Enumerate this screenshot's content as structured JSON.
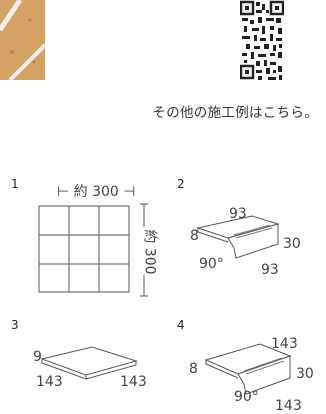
{
  "caption": "その他の施工例はこちら。",
  "items": [
    {
      "number": "1",
      "width_label": "約 300",
      "height_label": "約 300"
    },
    {
      "number": "2",
      "dims": {
        "top": "93",
        "thickness": "8",
        "height": "30",
        "angle": "90°",
        "bottom": "93"
      }
    },
    {
      "number": "3",
      "dims": {
        "thickness": "9",
        "left": "143",
        "right": "143"
      }
    },
    {
      "number": "4",
      "dims": {
        "top": "143",
        "thickness": "8",
        "height": "30",
        "angle": "90°",
        "bottom": "143"
      }
    }
  ],
  "colors": {
    "tile_photo": "#d4a265",
    "grout": "#f3efe8",
    "line": "#555555",
    "fill": "#ffffff"
  }
}
